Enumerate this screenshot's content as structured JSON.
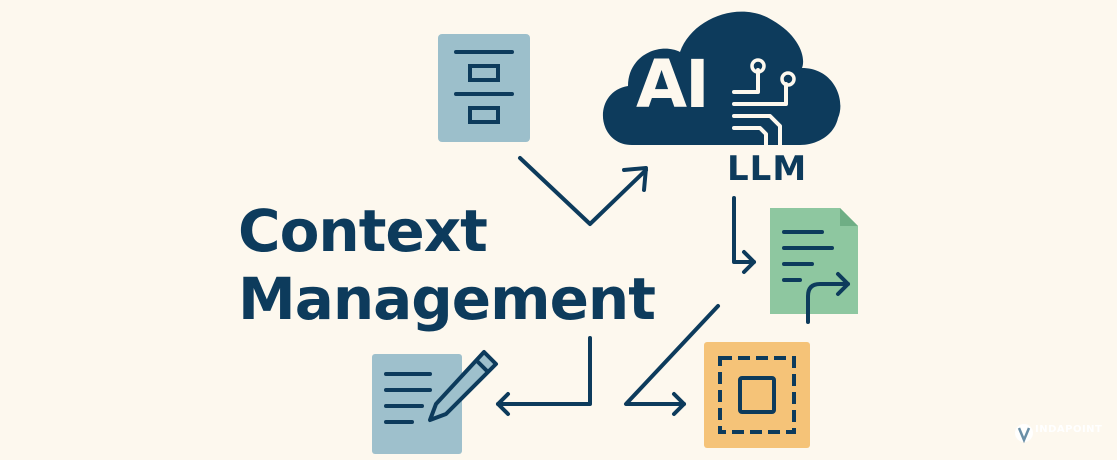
{
  "title": {
    "line1": "Context",
    "line2": "Management"
  },
  "cloud": {
    "text": "AI",
    "label": "LLM"
  },
  "brand": {
    "name": "INDAPOINT"
  },
  "colors": {
    "background": "#fdf8ee",
    "navy": "#0d3b5c",
    "blue_box": "#9cbfcb",
    "green_box": "#8ec7a0",
    "orange_box": "#f5c378",
    "gray_box": "#9ec0cc"
  },
  "icons": [
    "stack-layers-icon",
    "ai-cloud-icon",
    "document-arrow-icon",
    "edit-document-icon",
    "selection-frame-icon"
  ]
}
